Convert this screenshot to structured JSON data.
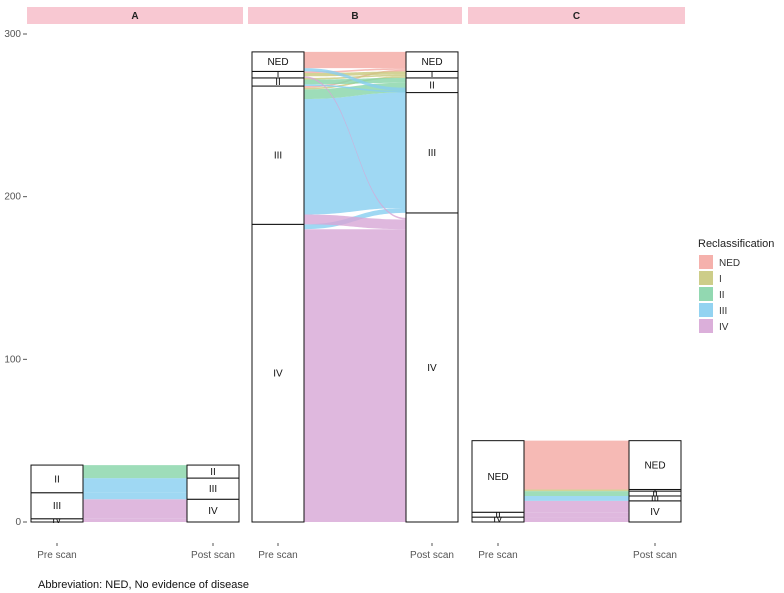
{
  "caption": "Abbreviation: NED, No evidence of disease",
  "chart_data": {
    "type": "alluvial",
    "y_ticks": [
      0,
      100,
      200,
      300
    ],
    "ylim": [
      0,
      300
    ],
    "x_axes": [
      "Pre scan",
      "Post scan"
    ],
    "legend": {
      "title": "Reclassification",
      "position": "right",
      "items": [
        {
          "label": "NED",
          "color": "#F4A9A3"
        },
        {
          "label": "I",
          "color": "#C8C87C"
        },
        {
          "label": "II",
          "color": "#86D4A8"
        },
        {
          "label": "III",
          "color": "#87CEF0"
        },
        {
          "label": "IV",
          "color": "#D7A6D6"
        }
      ]
    },
    "panels": [
      {
        "label": "A",
        "pre": [
          {
            "stage": "IV",
            "n": 2
          },
          {
            "stage": "III",
            "n": 16
          },
          {
            "stage": "II",
            "n": 17
          }
        ],
        "post": [
          {
            "stage": "IV",
            "n": 14
          },
          {
            "stage": "III",
            "n": 13
          },
          {
            "stage": "II",
            "n": 8
          }
        ],
        "flows": [
          {
            "from": "II",
            "to": "II",
            "n": 8
          },
          {
            "from": "II",
            "to": "III",
            "n": 9
          },
          {
            "from": "III",
            "to": "III",
            "n": 4
          },
          {
            "from": "III",
            "to": "IV",
            "n": 12
          },
          {
            "from": "IV",
            "to": "IV",
            "n": 2
          }
        ]
      },
      {
        "label": "B",
        "pre": [
          {
            "stage": "IV",
            "n": 183
          },
          {
            "stage": "III",
            "n": 85
          },
          {
            "stage": "II",
            "n": 5
          },
          {
            "stage": "I",
            "n": 4
          },
          {
            "stage": "NED",
            "n": 12
          }
        ],
        "post": [
          {
            "stage": "IV",
            "n": 190
          },
          {
            "stage": "III",
            "n": 74
          },
          {
            "stage": "II",
            "n": 9
          },
          {
            "stage": "I",
            "n": 4
          },
          {
            "stage": "NED",
            "n": 12
          }
        ],
        "flows": [
          {
            "from": "NED",
            "to": "NED",
            "n": 10
          },
          {
            "from": "NED",
            "to": "III",
            "n": 2
          },
          {
            "from": "I",
            "to": "NED",
            "n": 1
          },
          {
            "from": "I",
            "to": "I",
            "n": 2
          },
          {
            "from": "I",
            "to": "IV",
            "n": 1
          },
          {
            "from": "II",
            "to": "I",
            "n": 1
          },
          {
            "from": "II",
            "to": "II",
            "n": 3
          },
          {
            "from": "II",
            "to": "III",
            "n": 1
          },
          {
            "from": "III",
            "to": "NED",
            "n": 1
          },
          {
            "from": "III",
            "to": "I",
            "n": 1
          },
          {
            "from": "III",
            "to": "II",
            "n": 6
          },
          {
            "from": "III",
            "to": "III",
            "n": 71
          },
          {
            "from": "III",
            "to": "IV",
            "n": 6
          },
          {
            "from": "IV",
            "to": "III",
            "n": 3
          },
          {
            "from": "IV",
            "to": "IV",
            "n": 180
          }
        ]
      },
      {
        "label": "C",
        "pre": [
          {
            "stage": "IV",
            "n": 3
          },
          {
            "stage": "III",
            "n": 0
          },
          {
            "stage": "II",
            "n": 3
          },
          {
            "stage": "NED",
            "n": 44
          }
        ],
        "post": [
          {
            "stage": "IV",
            "n": 13
          },
          {
            "stage": "III",
            "n": 3
          },
          {
            "stage": "II",
            "n": 3
          },
          {
            "stage": "I",
            "n": 1
          },
          {
            "stage": "NED",
            "n": 30
          }
        ],
        "flows": [
          {
            "from": "NED",
            "to": "NED",
            "n": 30
          },
          {
            "from": "NED",
            "to": "I",
            "n": 1
          },
          {
            "from": "NED",
            "to": "II",
            "n": 3
          },
          {
            "from": "NED",
            "to": "III",
            "n": 3
          },
          {
            "from": "NED",
            "to": "IV",
            "n": 7
          },
          {
            "from": "II",
            "to": "IV",
            "n": 3
          },
          {
            "from": "IV",
            "to": "IV",
            "n": 3
          }
        ]
      }
    ]
  }
}
